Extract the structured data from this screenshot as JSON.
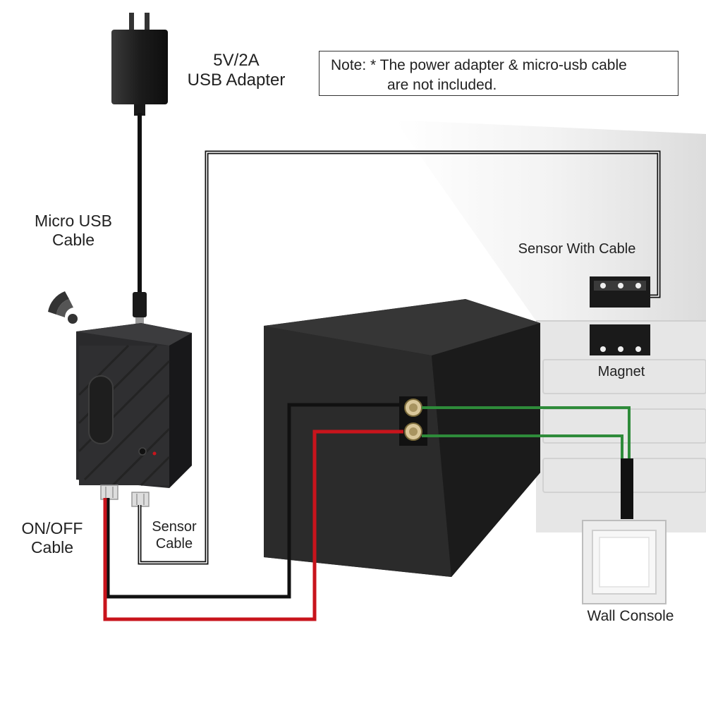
{
  "labels": {
    "adapter_line1": "5V/2A",
    "adapter_line2": "USB Adapter",
    "micro_usb_line1": "Micro USB",
    "micro_usb_line2": "Cable",
    "onoff_line1": "ON/OFF",
    "onoff_line2": "Cable",
    "sensor_cable_line1": "Sensor",
    "sensor_cable_line2": "Cable",
    "sensor_with_cable": "Sensor With Cable",
    "magnet": "Magnet",
    "wall_console": "Wall Console"
  },
  "note": {
    "line1": "Note: * The power adapter & micro-usb cable",
    "line2": "are not included."
  },
  "colors": {
    "wire_black": "#111111",
    "wire_red": "#c8141c",
    "wire_green": "#2e8b3a",
    "device_body": "#2a2a2c",
    "opener_front": "#2b2b2b",
    "opener_side": "#1a1a1a",
    "opener_top": "#333333"
  },
  "icons": [
    "usb-adapter-icon",
    "wifi-icon",
    "controller-device",
    "terminal-block",
    "sensor-block",
    "magnet-block",
    "wall-switch"
  ]
}
